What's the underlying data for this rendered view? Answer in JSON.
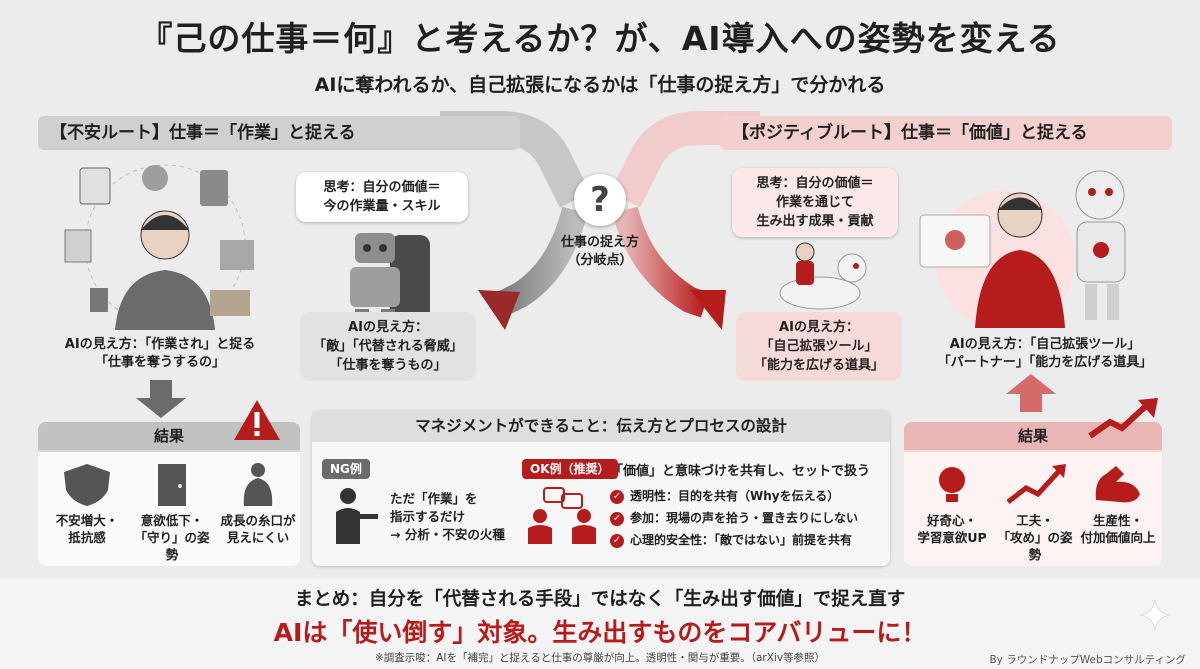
{
  "title": "『己の仕事＝何』と考えるか？が、AI導入への姿勢を変える",
  "subtitle": "AIに奪われるか、自己拡張になるかは「仕事の捉え方」で分かれる",
  "left_route": {
    "header": "【不安ルート】仕事＝「作業」と捉える",
    "thought": [
      "思考：自分の価値＝",
      "今の作業量・スキル"
    ],
    "ai_view_person": [
      "AIの見え方：「作業され」と捉る",
      "「仕事を奪うするの」"
    ],
    "ai_view_box": [
      "AIの見え方：",
      "「敵」「代替される脅威」",
      "「仕事を奪うもの」"
    ],
    "result_label": "結果",
    "results": [
      {
        "icon": "shield-icon",
        "text": [
          "不安増大・",
          "抵抗感"
        ]
      },
      {
        "icon": "door-icon",
        "text": [
          "意欲低下・",
          "「守り」の姿勢"
        ]
      },
      {
        "icon": "sitting-person-icon",
        "text": [
          "成長の糸口が",
          "見えにくい"
        ]
      }
    ]
  },
  "center": {
    "question_mark": "?",
    "label": [
      "仕事の捉え方",
      "（分岐点）"
    ]
  },
  "right_route": {
    "header": "【ポジティブルート】仕事＝「価値」と捉える",
    "thought": [
      "思考：自分の価値＝",
      "作業を通じて",
      "生み出す成果・貢献"
    ],
    "ai_view_box": [
      "AIの見え方：",
      "「自己拡張ツール」",
      "「能力を広げる道具」"
    ],
    "ai_view_person": [
      "AIの見え方：「自己拡張ツール」",
      "「パートナー」「能力を広げる道具」"
    ],
    "result_label": "結果",
    "results": [
      {
        "icon": "lightbulb-icon",
        "text": [
          "好奇心・",
          "学習意欲UP"
        ]
      },
      {
        "icon": "rising-arrow-icon",
        "text": [
          "工夫・",
          "「攻め」の姿勢"
        ]
      },
      {
        "icon": "muscle-icon",
        "text": [
          "生産性・",
          "付加価値向上"
        ]
      }
    ]
  },
  "management": {
    "header": "マネジメントができること：伝え方とプロセスの設計",
    "ng_label": "NG例",
    "ng_text": [
      "ただ「作業」を",
      "指示するだけ",
      "→ 分析・不安の火種"
    ],
    "ok_label": "OK例（推奨）",
    "ok_title": "「価値」と意味づけを共有し、セットで扱う",
    "ok_items": [
      "透明性：目的を共有（Whyを伝える）",
      "参加：現場の声を拾う・置き去りにしない",
      "心理的安全性：「敵ではない」前提を共有"
    ]
  },
  "summary": {
    "line1": "まとめ：自分を「代替される手段」ではなく「生み出す価値」で捉え直す",
    "line2": "AIは「使い倒す」対象。生み出すものをコアバリューに！",
    "note": "※調査示唆：AIを「補完」と捉えると仕事の尊厳が向上。透明性・関与が重要。（arXiv等参照）",
    "credit": "By ラウンドナップWebコンサルティング"
  },
  "colors": {
    "accent_red": "#b71c1c",
    "soft_red": "#f6d9d9",
    "gray_panel": "#d4d4d4",
    "dark_gray": "#5a5a5a"
  }
}
